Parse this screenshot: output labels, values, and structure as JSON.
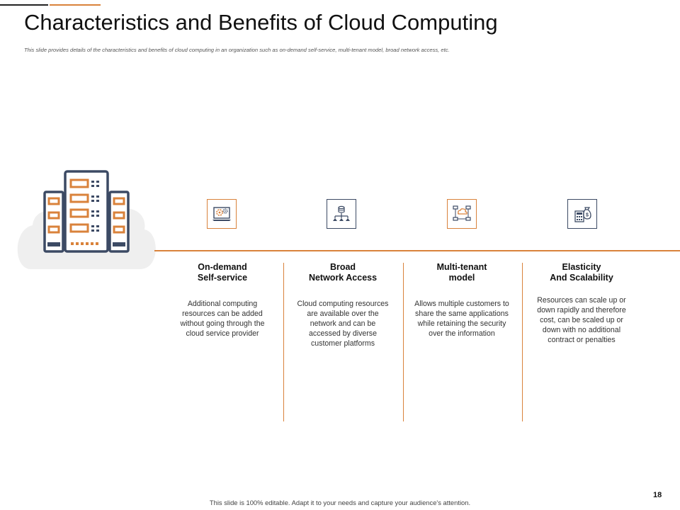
{
  "slide": {
    "title": "Characteristics and Benefits of Cloud Computing",
    "subtitle": "This slide provides details of the characteristics and benefits of cloud computing  in an organization  such as on-demand  self-service, multi-tenant  model,  broad network access, etc.",
    "footer": "This slide is 100% editable.  Adapt it to your needs and capture your audience's attention.",
    "page_number": "18"
  },
  "colors": {
    "accent": "#d9823b",
    "navy": "#3c4a64",
    "cloud": "#efefef",
    "text_dark": "#111111"
  },
  "features": [
    {
      "title_line1": "On-demand",
      "title_line2": "Self-service",
      "description": "Additional computing resources can be added without going through the cloud service provider",
      "icon": "settings-laptop-icon",
      "icon_border": "accent"
    },
    {
      "title_line1": "Broad",
      "title_line2": "Network Access",
      "description": "Cloud computing resources are available over the network and can be accessed by diverse customer platforms",
      "icon": "network-hierarchy-icon",
      "icon_border": "navy"
    },
    {
      "title_line1": "Multi-tenant",
      "title_line2": "model",
      "description": "Allows multiple customers to share the same applications while retaining the security over the information",
      "icon": "multi-tenant-cloud-icon",
      "icon_border": "accent"
    },
    {
      "title_line1": "Elasticity",
      "title_line2": "And  Scalability",
      "description": "Resources can scale up or down rapidly and therefore cost, can be scaled up or down with no additional contract or penalties",
      "icon": "calculator-money-icon",
      "icon_border": "navy"
    }
  ],
  "hero_icon": "cloud-server-buildings-icon"
}
